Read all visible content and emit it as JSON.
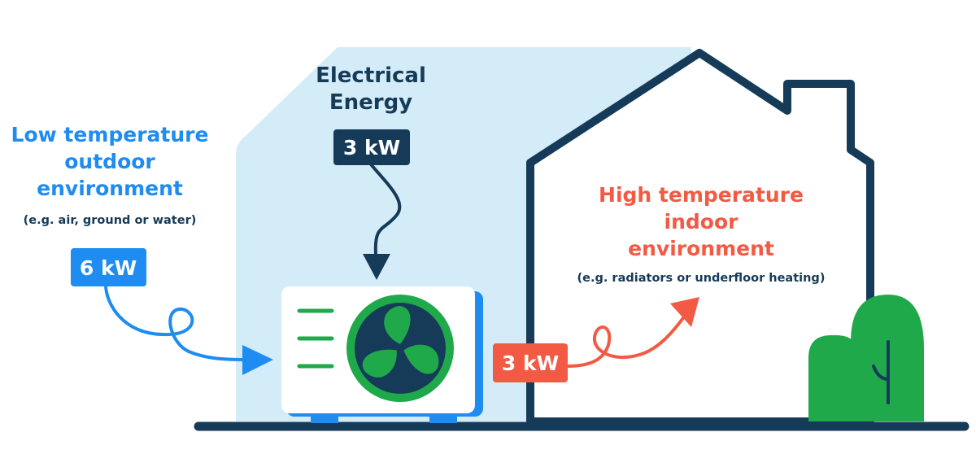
{
  "colors": {
    "navy": "#163B59",
    "blue": "#1E8CF0",
    "red": "#F25A44",
    "green": "#1FA94A",
    "light_blue_bg": "#D3ECF7",
    "white": "#FFFFFF"
  },
  "electrical": {
    "title_line1": "Electrical",
    "title_line2": "Energy",
    "value": "3 kW"
  },
  "outdoor": {
    "line1": "Low temperature",
    "line2": "outdoor",
    "line3": "environment",
    "note": "(e.g. air, ground or water)",
    "value": "6 kW"
  },
  "indoor": {
    "line1": "High temperature",
    "line2": "indoor",
    "line3": "environment",
    "note": "(e.g. radiators or underfloor heating)"
  },
  "output": {
    "value": "3 kW"
  },
  "icons": [
    "house-outline-icon",
    "heat-pump-unit-icon",
    "fan-icon",
    "bush-icon",
    "arrow-icon"
  ]
}
